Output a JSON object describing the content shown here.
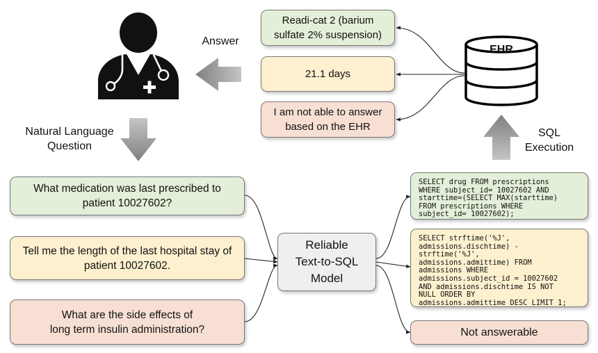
{
  "labels": {
    "answer": "Answer",
    "nl_question": "Natural Language\nQuestion",
    "sql_execution": "SQL\nExecution",
    "ehr": "EHR"
  },
  "questions": [
    "What medication was last prescribed to\npatient 10027602?",
    "Tell me the length of the last hospital stay of\npatient 10027602.",
    "What are the side effects of\nlong term insulin administration?"
  ],
  "model": "Reliable\nText-to-SQL\nModel",
  "outputs": {
    "sql1": "SELECT drug FROM prescriptions\nWHERE subject_id= 10027602 AND\nstarttime=(SELECT MAX(starttime)\nFROM prescriptions WHERE\nsubject_id= 10027602);",
    "sql2": "SELECT strftime('%J',\nadmissions.dischtime) -\nstrftime('%J',\nadmissions.admittime) FROM\nadmissions WHERE\nadmissions.subject_id = 10027602\nAND admissions.dischtime IS NOT\nNULL ORDER BY\nadmissions.admittime DESC LIMIT 1;",
    "not_answerable": "Not answerable"
  },
  "answers": [
    "Readi-cat 2 (barium\nsulfate 2% suspension)",
    "21.1 days",
    "I am not able to answer\nbased on the EHR"
  ],
  "colors": {
    "green": "#e3efd8",
    "yellow": "#fcf0cf",
    "pink": "#f8dfd3",
    "grey": "#efefef",
    "icon": "#111111",
    "arrow": "#8e8e8e"
  }
}
